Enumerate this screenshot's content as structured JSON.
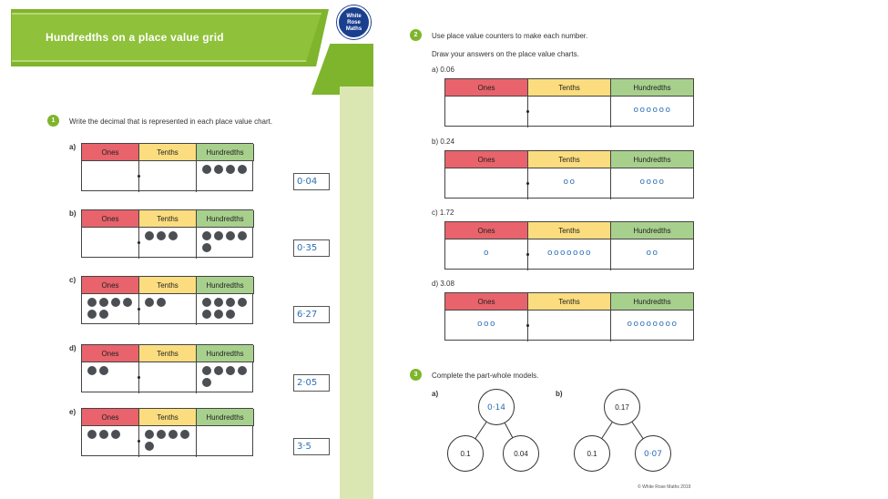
{
  "header": {
    "title": "Hundredths on a place value grid",
    "logo_lines": [
      "White",
      "Rose",
      "Maths"
    ]
  },
  "q1": {
    "number": "1",
    "instruction": "Write the decimal that is represented in each place value chart.",
    "headers": [
      "Ones",
      "Tenths",
      "Hundredths"
    ],
    "items": [
      {
        "label": "a)",
        "answer": "0·04",
        "counters": {
          "ones": 0,
          "tenths": 0,
          "hundredths": 4
        }
      },
      {
        "label": "b)",
        "answer": "0·35",
        "counters": {
          "ones": 0,
          "tenths": 3,
          "hundredths": 5
        }
      },
      {
        "label": "c)",
        "answer": "6·27",
        "counters": {
          "ones": 6,
          "tenths": 2,
          "hundredths": 7
        }
      },
      {
        "label": "d)",
        "answer": "2·05",
        "counters": {
          "ones": 2,
          "tenths": 0,
          "hundredths": 5
        }
      },
      {
        "label": "e)",
        "answer": "3·5",
        "counters": {
          "ones": 3,
          "tenths": 5,
          "hundredths": 0
        }
      }
    ]
  },
  "q2": {
    "number": "2",
    "instruction_1": "Use place value counters to make each number.",
    "instruction_2": "Draw your answers on the place value charts.",
    "headers": [
      "Ones",
      "Tenths",
      "Hundredths"
    ],
    "items": [
      {
        "label": "a)",
        "value": "0.06",
        "ones": "",
        "tenths": "",
        "hundredths": "oooooo"
      },
      {
        "label": "b)",
        "value": "0.24",
        "ones": "",
        "tenths": "oo",
        "hundredths": "oooo"
      },
      {
        "label": "c)",
        "value": "1.72",
        "ones": "o",
        "tenths": "ooooooo",
        "hundredths": "oo"
      },
      {
        "label": "d)",
        "value": "3.08",
        "ones": "ooo",
        "tenths": "",
        "hundredths": "oooooooo"
      }
    ]
  },
  "q3": {
    "number": "3",
    "instruction": "Complete the part-whole models.",
    "models": [
      {
        "label": "a)",
        "whole": "0·14",
        "part1": "0.1",
        "part2": "0.04"
      },
      {
        "label": "b)",
        "whole": "0.17",
        "part1": "0.1",
        "part2": "0·07"
      }
    ]
  },
  "footer": {
    "copyright": "© White Rose Maths 2019"
  },
  "colors": {
    "green": "#7fb52c",
    "ones": "#e8636b",
    "tenths": "#fbdd7f",
    "hundredths": "#a8d08d",
    "counter": "#4b4f54",
    "handwriting": "#2c6fb5"
  }
}
